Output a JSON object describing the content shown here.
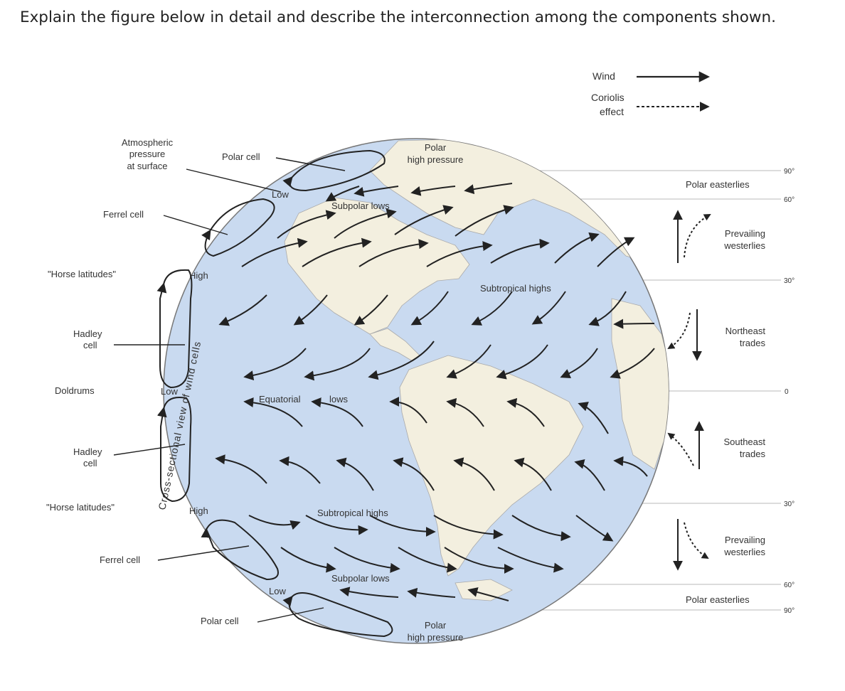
{
  "question": "Explain the figure below in detail and describe the interconnection among the components shown.",
  "legend": {
    "wind": "Wind",
    "coriolis_line1": "Coriolis",
    "coriolis_line2": "effect"
  },
  "left_labels": {
    "atm_line1": "Atmospheric",
    "atm_line2": "pressure",
    "atm_line3": "at surface",
    "polar_cell_top": "Polar cell",
    "ferrel_cell_top": "Ferrel cell",
    "horse_lat_top": "\"Horse latitudes\"",
    "hadley_top_1": "Hadley",
    "hadley_top_2": "cell",
    "doldrums": "Doldrums",
    "hadley_bot_1": "Hadley",
    "hadley_bot_2": "cell",
    "horse_lat_bot": "\"Horse latitudes\"",
    "ferrel_cell_bot": "Ferrel cell",
    "polar_cell_bot": "Polar cell",
    "cross_section": "Cross-sectional view of wind cells"
  },
  "pressure_labels": {
    "low_top": "Low",
    "high_top": "High",
    "low_eq": "Low",
    "high_bot": "High",
    "low_bot": "Low"
  },
  "globe_labels": {
    "polar_high_top_1": "Polar",
    "polar_high_top_2": "high pressure",
    "subpolar_lows_top": "Subpolar lows",
    "subtropical_highs_top": "Subtropical highs",
    "equatorial": "Equatorial",
    "lows": "lows",
    "subtropical_highs_bot": "Subtropical highs",
    "subpolar_lows_bot": "Subpolar lows",
    "polar_high_bot_1": "Polar",
    "polar_high_bot_2": "high pressure"
  },
  "right_labels": {
    "polar_easterlies_top": "Polar easterlies",
    "prevailing_westerlies_top_1": "Prevailing",
    "prevailing_westerlies_top_2": "westerlies",
    "ne_trades_1": "Northeast",
    "ne_trades_2": "trades",
    "se_trades_1": "Southeast",
    "se_trades_2": "trades",
    "prevailing_westerlies_bot_1": "Prevailing",
    "prevailing_westerlies_bot_2": "westerlies",
    "polar_easterlies_bot": "Polar easterlies"
  },
  "latitudes": {
    "n90": "90°",
    "n60": "60°",
    "n30": "30°",
    "eq": "0",
    "s30": "30°",
    "s60": "60°",
    "s90": "90°"
  },
  "colors": {
    "ocean": "#c9daf0",
    "land": "#f3efdf",
    "arrow": "#222222",
    "lat_line": "#b8b8b8",
    "text": "#333333"
  }
}
